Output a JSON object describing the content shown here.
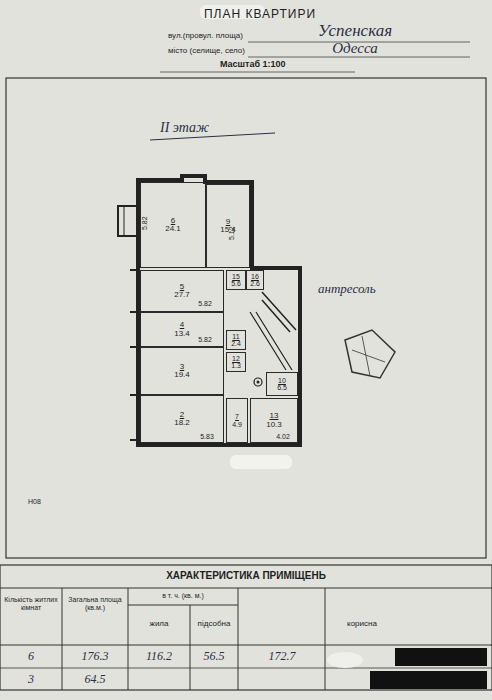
{
  "diagram": {
    "title": "ПЛАН КВАРТИРИ",
    "nodes": [
      {
        "text": [
          "6",
          "24.1"
        ]
      },
      {
        "text": [
          "9",
          "15.4"
        ]
      },
      {
        "text": [
          "5",
          "27.7"
        ]
      },
      {
        "text": [
          "4",
          "13.4"
        ]
      },
      {
        "text": [
          "3",
          "19.4"
        ]
      },
      {
        "text": [
          "2",
          "18.2"
        ]
      },
      {
        "text": [
          "15",
          "5.6"
        ]
      },
      {
        "text": [
          "16",
          "2.6"
        ]
      },
      {
        "text": [
          "11",
          "2.4"
        ]
      },
      {
        "text": [
          "12",
          "1.3"
        ]
      },
      {
        "text": [
          "10",
          "6.5"
        ]
      },
      {
        "text": [
          "7",
          "4.9"
        ]
      },
      {
        "text": [
          "13",
          "10.3"
        ]
      }
    ],
    "labels": [
      "вул.(провул. площа)",
      "Успенская",
      "місто (селище, село)",
      "Одесса",
      "Масштаб 1:100",
      "II этаж",
      "антресоль",
      "5.82",
      "5.12",
      "5.82",
      "5.82",
      "5.83",
      "4.02",
      "Н08",
      "ХАРАКТЕРИСТИКА ПРИМІЩЕНЬ",
      "Кількість житлих кімнат",
      "Загальна площа (кв.м.)",
      "в т. ч. (кв. м.)",
      "жила",
      "підсобна",
      "корисна",
      "6",
      "176.3",
      "116.2",
      "56.5",
      "172.7",
      "3",
      "64.5"
    ]
  }
}
